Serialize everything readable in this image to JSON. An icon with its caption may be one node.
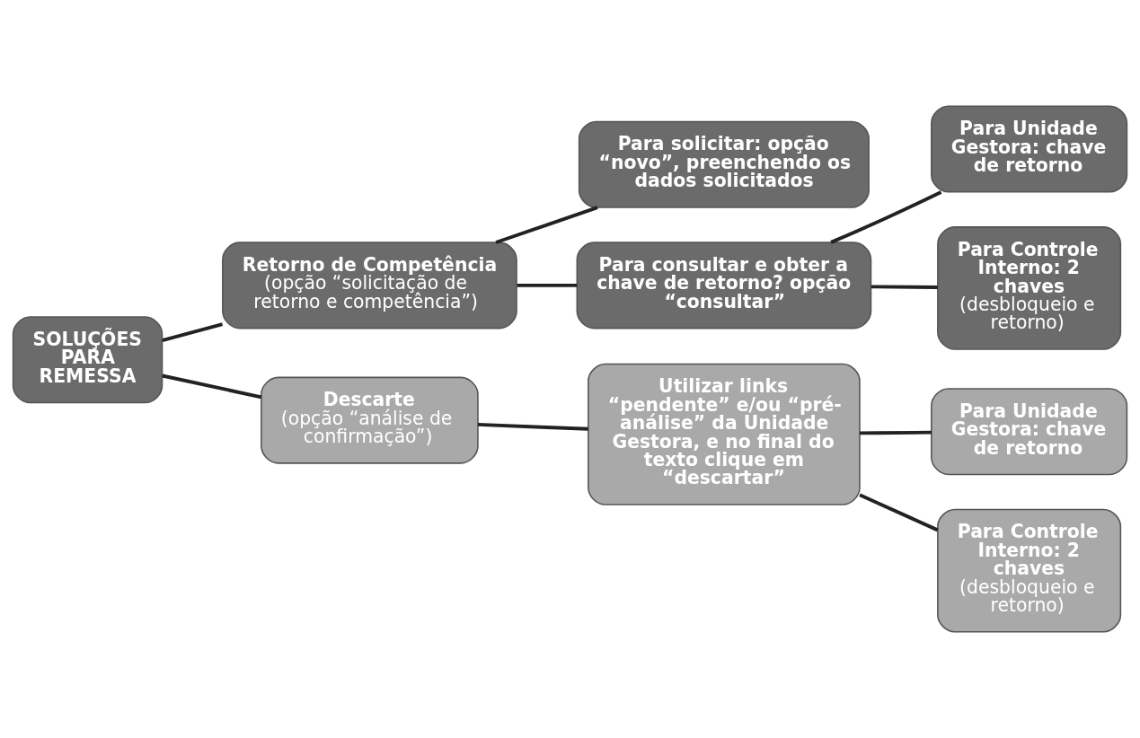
{
  "diagram": {
    "nodes": [
      {
        "text": [
          "SOLUÇÕES PARA REMESSA"
        ]
      },
      {
        "text": [
          "Retorno de Competência",
          "(opção “solicitação de retorno e competência”)"
        ]
      },
      {
        "text": [
          "Descarte",
          "(opção “análise de confirmação”)"
        ]
      },
      {
        "text": [
          "Para solicitar: opção “novo”, preenchendo os dados solicitados"
        ]
      },
      {
        "text": [
          "Para consultar e obter a chave de retorno? opção “consultar”"
        ]
      },
      {
        "text": [
          "Para Unidade Gestora: chave de retorno"
        ]
      },
      {
        "text": [
          "Para Controle Interno: 2 chaves",
          "(desbloqueio e retorno)"
        ]
      },
      {
        "text": [
          "Utilizar links “pendente” e/ou “pré-análise” da Unidade Gestora, e no final do texto clique em “descartar”"
        ]
      },
      {
        "text": [
          "Para Unidade Gestora: chave de retorno"
        ]
      },
      {
        "text": [
          "Para Controle Interno: 2 chaves",
          "(desbloqueio e retorno)"
        ]
      }
    ],
    "edges": [
      {
        "from": 0,
        "to": 1,
        "arrow": "none"
      },
      {
        "from": 0,
        "to": 2,
        "arrow": "none"
      },
      {
        "from": 1,
        "to": 3,
        "arrow": "none"
      },
      {
        "from": 1,
        "to": 4,
        "arrow": "none"
      },
      {
        "from": 4,
        "to": 5,
        "arrow": "none"
      },
      {
        "from": 4,
        "to": 6,
        "arrow": "none"
      },
      {
        "from": 2,
        "to": 7,
        "arrow": "none"
      },
      {
        "from": 7,
        "to": 8,
        "arrow": "none"
      },
      {
        "from": 7,
        "to": 9,
        "arrow": "none"
      }
    ]
  }
}
